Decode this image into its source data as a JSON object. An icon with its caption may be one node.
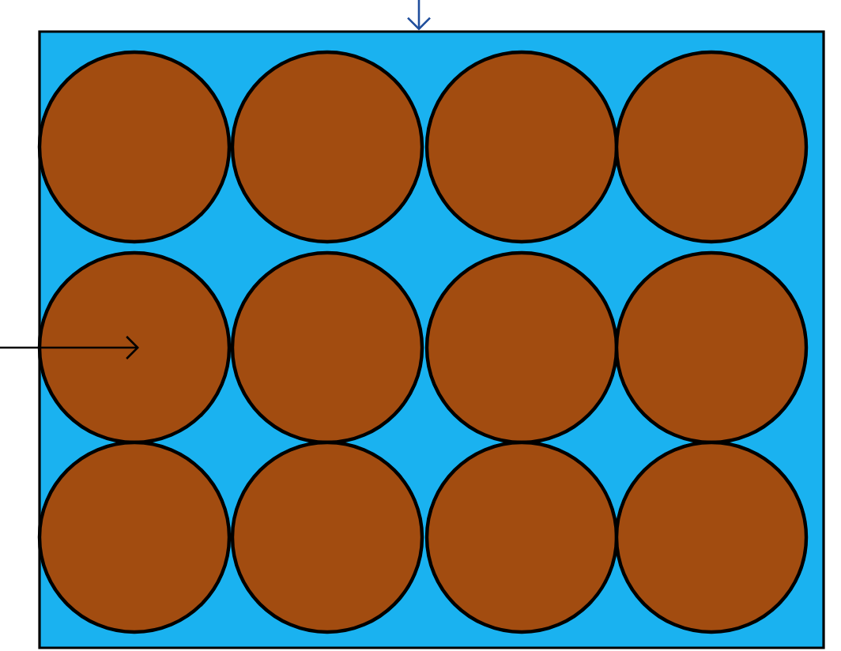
{
  "diagram": {
    "nodes": [
      {
        "text": [],
        "shape": "box"
      },
      {
        "text": [],
        "shape": "circle",
        "in": 0
      },
      {
        "text": [],
        "shape": "circle",
        "in": 0
      },
      {
        "text": [],
        "shape": "circle",
        "in": 0
      },
      {
        "text": [],
        "shape": "circle",
        "in": 0
      },
      {
        "text": [],
        "shape": "circle",
        "in": 0
      },
      {
        "text": [],
        "shape": "circle",
        "in": 0
      },
      {
        "text": [],
        "shape": "circle",
        "in": 0
      },
      {
        "text": [],
        "shape": "circle",
        "in": 0
      },
      {
        "text": [],
        "shape": "circle",
        "in": 0
      },
      {
        "text": [],
        "shape": "circle",
        "in": 0
      },
      {
        "text": [],
        "shape": "circle",
        "in": 0
      },
      {
        "text": [],
        "shape": "circle",
        "in": 0
      }
    ],
    "edges": [
      {
        "from": null,
        "to": 0,
        "arrow": "to",
        "color": "#1f4e9c"
      },
      {
        "from": null,
        "to": 5,
        "arrow": "to",
        "color": "#000000"
      }
    ]
  }
}
